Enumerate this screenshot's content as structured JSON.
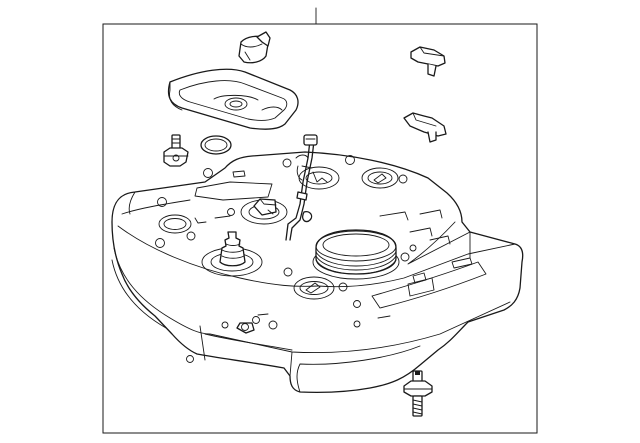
{
  "diagram": {
    "callouts": [],
    "parts": [
      {
        "id": "fuel-tank",
        "icon": "fuel-tank-icon"
      },
      {
        "id": "tank-cover-gasket",
        "icon": "gasket-icon"
      },
      {
        "id": "cap-clip",
        "icon": "cap-icon"
      },
      {
        "id": "o-ring",
        "icon": "o-ring-icon"
      },
      {
        "id": "mount-bolt-left",
        "icon": "bolt-icon"
      },
      {
        "id": "clip-upper-right",
        "icon": "clip-icon"
      },
      {
        "id": "clip-right",
        "icon": "clip-icon"
      },
      {
        "id": "vent-tube",
        "icon": "tube-icon"
      },
      {
        "id": "mount-bolt-bottom",
        "icon": "bolt-icon"
      }
    ]
  }
}
